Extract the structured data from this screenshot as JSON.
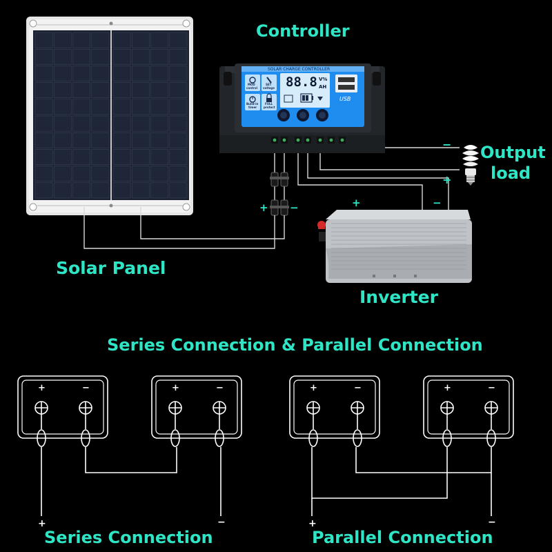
{
  "colors": {
    "background": "#000000",
    "label": "#2ee6c6",
    "wire": "#d9d9d9",
    "lcd": "#1f8cf0",
    "controller_body": "#2b2f33",
    "panel_cell": "#1b2130",
    "panel_frame": "#e6e6e6",
    "inverter_body": "#bfc3c7",
    "red_terminal": "#d42a2a"
  },
  "labels": {
    "controller": "Controller",
    "output_load": [
      "Output",
      "load"
    ],
    "solar_panel": "Solar Panel",
    "inverter": "Inverter",
    "section_title": "Series Connection & Parallel Connection",
    "series_connection": "Series Connection",
    "parallel_connection": "Parallel Connection"
  },
  "controller_device": {
    "header": "SOLAR CHARGE CONTROLLER",
    "lcd_digits": "88.8",
    "lcd_units": [
      "V%",
      "AH"
    ],
    "usb": "USB",
    "modes": [
      {
        "icon": "gear-icon",
        "text": [
          "MOD",
          "control"
        ]
      },
      {
        "icon": "screwdriver-icon",
        "text": [
          "SET",
          "voltage"
        ]
      },
      {
        "icon": "clock-icon",
        "text": [
          "Build-in",
          "timer"
        ]
      },
      {
        "icon": "lock-icon",
        "text": [
          "FULL",
          "protect"
        ]
      }
    ]
  },
  "polarity": {
    "plus": "+",
    "minus": "−"
  }
}
